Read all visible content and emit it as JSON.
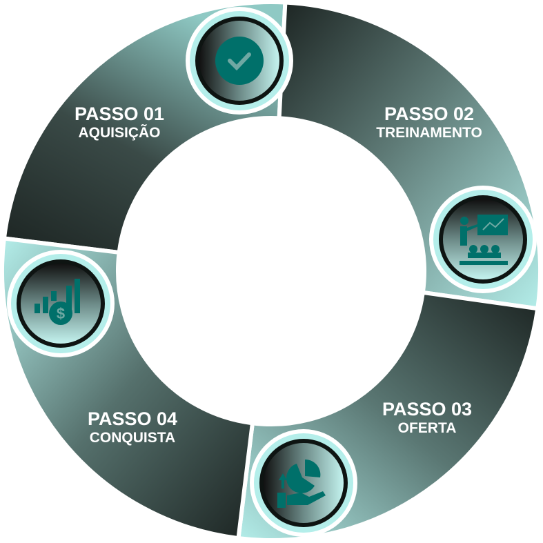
{
  "steps": [
    {
      "title": "PASSO 01",
      "subtitle": "AQUISIÇÃO",
      "icon": "checkmark-icon"
    },
    {
      "title": "PASSO 02",
      "subtitle": "TREINAMENTO",
      "icon": "presentation-icon"
    },
    {
      "title": "PASSO 03",
      "subtitle": "OFERTA",
      "icon": "hand-pie-chart-icon"
    },
    {
      "title": "PASSO 04",
      "subtitle": "CONQUISTA",
      "icon": "dollar-growth-icon"
    }
  ],
  "colors": {
    "dark": "#1c2422",
    "light": "#b4eeea",
    "teal": "#00706a"
  }
}
